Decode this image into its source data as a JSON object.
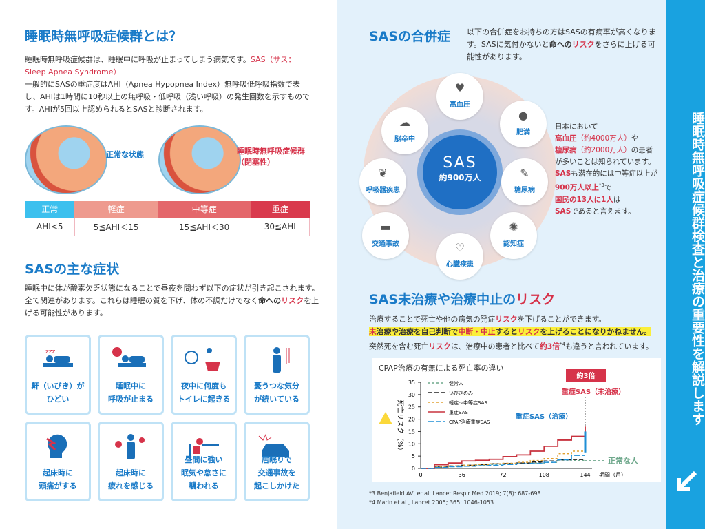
{
  "sidebar": {
    "text": "睡眠時無呼吸症候群検査と治療の重要性を解説します"
  },
  "about": {
    "title": "睡眠時無呼吸症候群とは？",
    "p1a": "睡眠時無呼吸症候群は、睡眠中に呼吸が止まってしまう病気です。",
    "p1b": "SAS（サス：Sleep Apnea Syndrome）",
    "p2": "一般的にSASの重症度はAHI（Apnea Hypopnea Index）無呼吸低呼吸指数で表し、AHIは1時間に10秒以上の無呼吸・低呼吸（浅い呼吸）の発生回数を示すものです。AHIが5回以上認められるとSASと診断されます。",
    "normal_label": "正常な状態",
    "sas_label": "睡眠時無呼吸症候群",
    "sas_label2": "（閉塞性）"
  },
  "severity": {
    "headers": [
      "正常",
      "軽症",
      "中等症",
      "重症"
    ],
    "values": [
      "AHI<5",
      "5≦AHI＜15",
      "15≦AHI＜30",
      "30≦AHI"
    ],
    "colors": [
      "#3cc0ee",
      "#ee9a8e",
      "#e4676b",
      "#d93a4d"
    ]
  },
  "symptoms": {
    "title": "SASの主な症状",
    "p1": "睡眠中に体が酸素欠乏状態になることで昼夜を問わず以下の症状が引き起こされます。全て関連があります。これらは睡眠の質を下げ、体の不調だけでなく",
    "p1b": "命への",
    "p1c": "リスク",
    "p1d": "を上げる可能性があります。",
    "cards": [
      [
        "鼾（いびき）が",
        "ひどい"
      ],
      [
        "睡眠中に",
        "呼吸が止まる"
      ],
      [
        "夜中に何度も",
        "トイレに起きる"
      ],
      [
        "憂うつな気分",
        "が続いている"
      ],
      [
        "起床時に",
        "頭痛がする"
      ],
      [
        "起床時に",
        "疲れを感じる"
      ],
      [
        "昼間に強い",
        "眠気や怠さに",
        "襲われる"
      ],
      [
        "居眠りで",
        "交通事故を",
        "起こしかけた"
      ]
    ]
  },
  "comorb": {
    "title": "SASの合併症",
    "p1": "以下の合併症をお持ちの方はSASの有病率が高くなります。SASに気付かないと",
    "p1b": "命への",
    "p1c": "リスク",
    "p1d": "をさらに上げる可能性があります。",
    "center_title": "SAS",
    "center_sub": "約900万人",
    "items": [
      "高血圧",
      "肥満",
      "糖尿病",
      "認知症",
      "心臓疾患",
      "交通事故",
      "呼吸器疾患",
      "脳卒中"
    ],
    "note": [
      "日本において",
      "高血圧",
      "（約4000万人）",
      "や",
      "糖尿病",
      "（約2000万人）",
      "の患者が多いことは知られています。",
      "SAS",
      "も潜在的には中等症以上が",
      "900万人以上",
      "*3",
      "で",
      "国民の13人に1人",
      "は",
      "SAS",
      "であると言えます。"
    ]
  },
  "risk": {
    "title_a": "SAS未治療や治療中止の",
    "title_b": "リスク",
    "l1a": "治療することで死亡や他の病気の発症",
    "l1b": "リスク",
    "l1c": "を下げることができます。",
    "l2a": "未",
    "l2b": "治療や治療を自己判断で",
    "l2c": "中断・中止",
    "l2d": "すると",
    "l2e": "リスク",
    "l2f": "を上げることになりかねません。",
    "l3a": "突然死を含む死亡",
    "l3b": "リスク",
    "l3c": "は、治療中の患者と比べて",
    "l3d": "約3倍",
    "l3e": "*4",
    "l3f": "も違うと言われています。",
    "refs": [
      "*3 Benjafield AV, et al: Lancet Respir Med 2019; 7(8): 687-698",
      "*4 Marin et al., Lancet 2005; 365: 1046-1053"
    ]
  },
  "chart_data": {
    "type": "line",
    "title": "CPAP治療の有無による死亡率の違い",
    "xlabel": "期間（月）",
    "ylabel": "死亡リスク（%）",
    "xlim": [
      0,
      144
    ],
    "ylim": [
      0,
      35
    ],
    "xticks": [
      0,
      36,
      72,
      108,
      144
    ],
    "yticks": [
      0,
      5,
      10,
      15,
      20,
      25,
      30,
      35
    ],
    "x": [
      0,
      12,
      24,
      36,
      48,
      60,
      72,
      84,
      96,
      108,
      120,
      132,
      144
    ],
    "series": [
      {
        "name": "健常人",
        "color": "#6fa88c",
        "dash": "3,3",
        "values": [
          0,
          0.5,
          0.8,
          1,
          1.3,
          1.6,
          1.8,
          2,
          2.2,
          2.5,
          3,
          3.2,
          3.2
        ]
      },
      {
        "name": "いびきのみ",
        "color": "#222222",
        "dash": "6,3",
        "values": [
          0,
          0.6,
          1,
          1.3,
          1.6,
          1.9,
          2,
          2.2,
          2.6,
          3,
          3.5,
          3.6,
          3.6
        ]
      },
      {
        "name": "軽症〜中等症SAS",
        "color": "#e0a030",
        "dash": "3,3",
        "values": [
          0,
          0.7,
          1,
          1.3,
          1.6,
          1.9,
          2.1,
          2.5,
          3.2,
          4,
          6,
          7,
          7
        ]
      },
      {
        "name": "重症SAS",
        "color": "#c8333f",
        "dash": "",
        "values": [
          0,
          1.5,
          2.2,
          3,
          3.3,
          3.7,
          4.8,
          5.5,
          7,
          9,
          11.5,
          13,
          17
        ]
      },
      {
        "name": "CPAP治療重症SAS",
        "color": "#1f8fd6",
        "dash": "8,3",
        "values": [
          0,
          0.4,
          0.7,
          0.9,
          1.1,
          1.3,
          1.6,
          1.9,
          2,
          2.5,
          3.5,
          5.3,
          5.3
        ]
      }
    ],
    "annotations": {
      "badge": "約3倍",
      "untreated": "重症SAS（未治療）",
      "treated": "重症SAS（治療）",
      "normal": "正常な人"
    }
  }
}
